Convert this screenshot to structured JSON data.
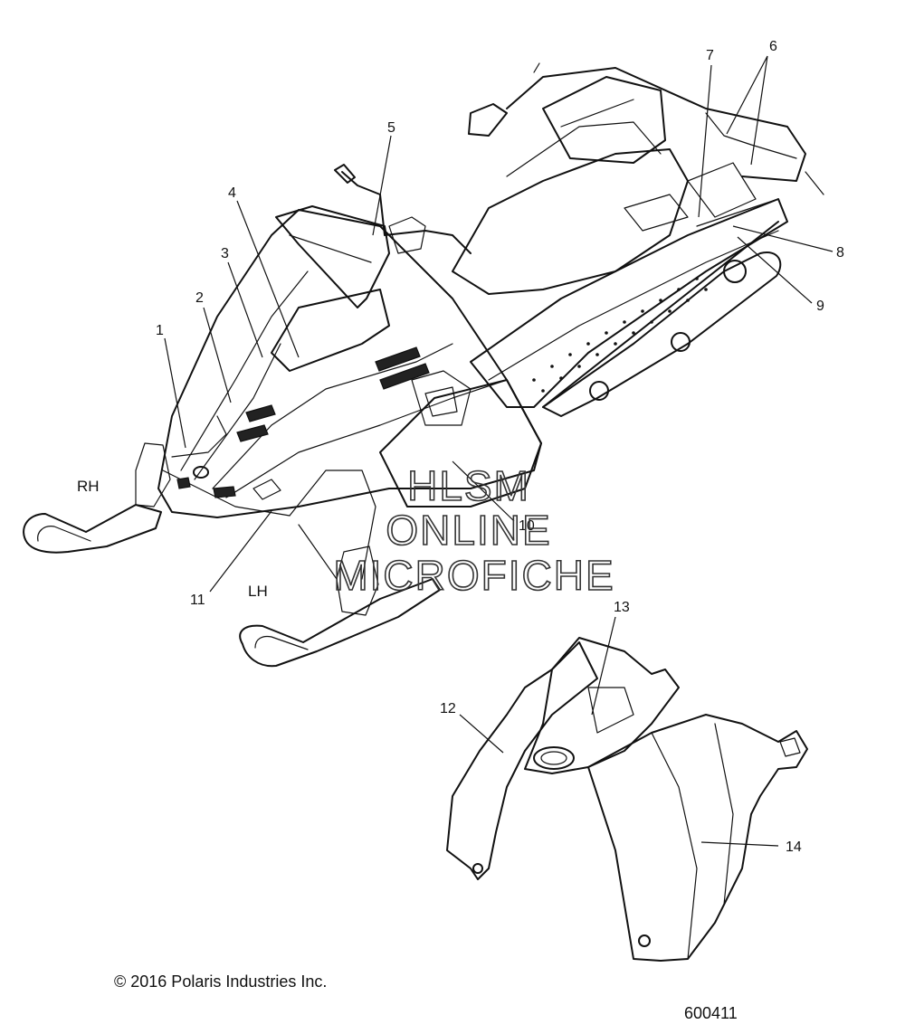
{
  "diagram": {
    "callouts": [
      {
        "num": "1"
      },
      {
        "num": "2"
      },
      {
        "num": "3"
      },
      {
        "num": "4"
      },
      {
        "num": "5"
      },
      {
        "num": "6"
      },
      {
        "num": "7"
      },
      {
        "num": "8"
      },
      {
        "num": "9"
      },
      {
        "num": "10"
      },
      {
        "num": "11"
      },
      {
        "num": "12"
      },
      {
        "num": "13"
      },
      {
        "num": "14"
      }
    ],
    "side_labels": {
      "right": "RH",
      "left": "LH"
    },
    "watermark": {
      "line1": "HLSM",
      "line2": "ONLINE",
      "line3": "MICROFICHE"
    },
    "copyright": "© 2016 Polaris Industries Inc.",
    "drawing_number": "600411"
  }
}
